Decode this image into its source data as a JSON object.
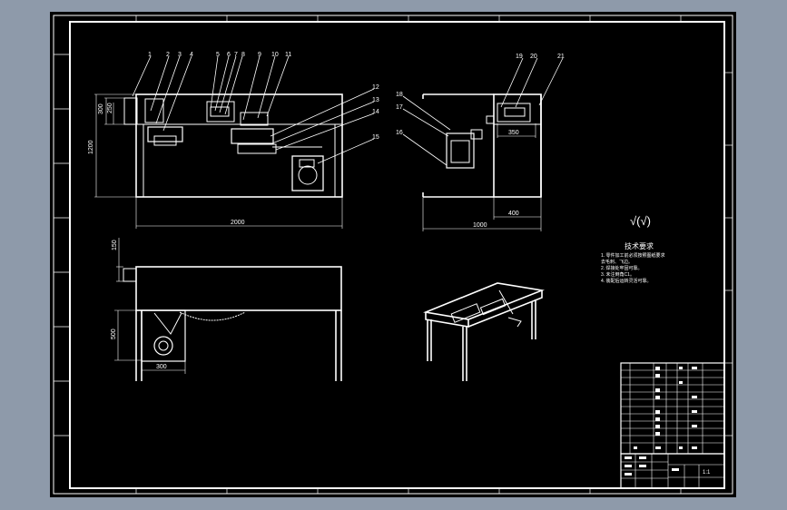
{
  "theme": {
    "viewport_bg": "#8e9aaa",
    "sheet_bg": "#000000",
    "line": "#ffffff"
  },
  "balloons": [
    "1",
    "2",
    "3",
    "4",
    "5",
    "6",
    "7",
    "8",
    "9",
    "10",
    "11",
    "12",
    "13",
    "14",
    "15",
    "16",
    "17",
    "18",
    "19",
    "20",
    "21"
  ],
  "dimensions": {
    "front_left_300": "300",
    "front_left_250": "250",
    "front_height": "1200",
    "front_width": "2000",
    "side_350": "350",
    "side_400": "400",
    "side_width": "1000",
    "top_150": "150",
    "top_500": "500",
    "top_300": "300"
  },
  "roughness_mark": "√(√)",
  "notes": {
    "title": "技术要求",
    "lines": [
      "1. 零件加工前必须按照图纸要求",
      "   去毛刺、飞边。",
      "2. 焊接处牢固可靠。",
      "3. 未注倒角C1。",
      "4. 装配后运转灵活可靠。"
    ]
  },
  "title_block": {
    "scale": "1:1"
  }
}
